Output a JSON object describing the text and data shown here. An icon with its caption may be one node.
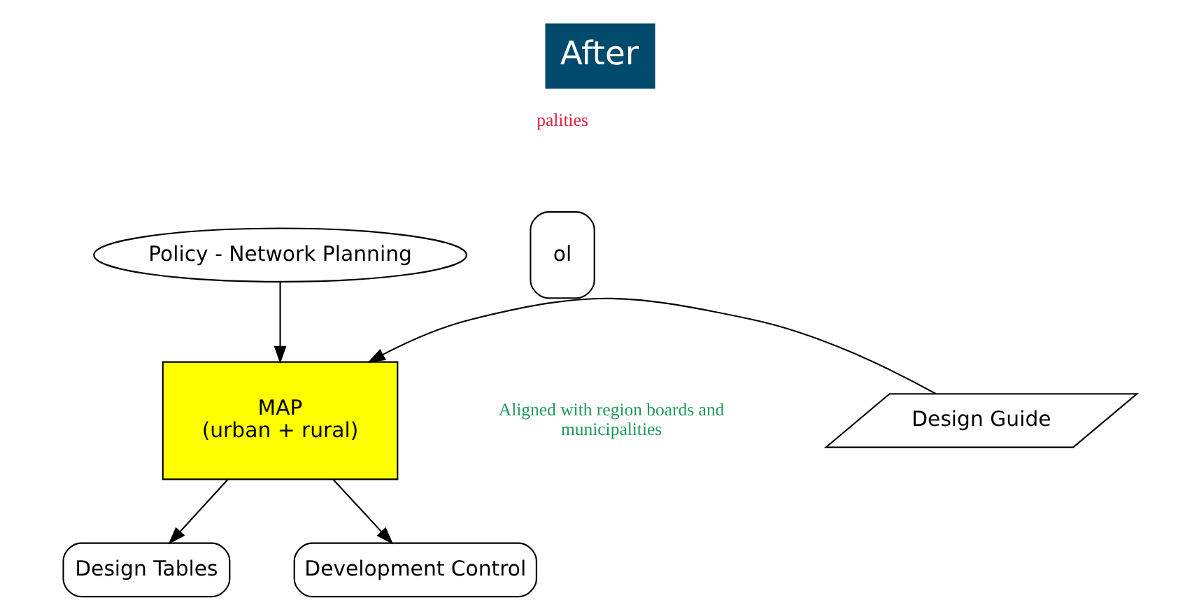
{
  "diagram": {
    "title": "After",
    "nodes": [
      {
        "text": [
          "Policy - Network Planning"
        ]
      },
      {
        "text": [
          "MAP (urban + rural)"
        ]
      },
      {
        "text": [
          "Design Guide"
        ]
      },
      {
        "text": [
          "Design Tables"
        ]
      },
      {
        "text": [
          "Development Control"
        ]
      },
      {
        "text": [
          "ol"
        ]
      }
    ],
    "edges": [
      {
        "from": 0,
        "to": 1,
        "arrow": "to"
      },
      {
        "from": 2,
        "to": 1,
        "arrow": "to"
      },
      {
        "from": 1,
        "to": 3,
        "arrow": "to"
      },
      {
        "from": 1,
        "to": 4,
        "arrow": "to"
      }
    ],
    "labels": [
      "palities",
      "Aligned with region boards and municipalities"
    ]
  }
}
